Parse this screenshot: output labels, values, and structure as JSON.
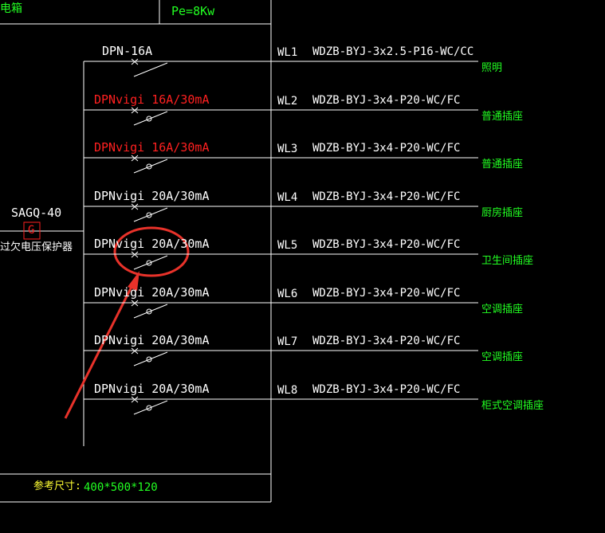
{
  "header": {
    "box_title": "电箱",
    "power": "Pe=8Kw"
  },
  "main_breaker": {
    "model": "SAGQ-40",
    "symbol": "G",
    "label": "过欠电压保护器"
  },
  "circuits": [
    {
      "breaker": "DPN-16A",
      "breaker_color": "white",
      "code": "WL1",
      "cable": "WDZB-BYJ-3x2.5-P16-WC/CC",
      "load": "照明"
    },
    {
      "breaker": "DPNvigi 16A/30mA",
      "breaker_color": "red",
      "code": "WL2",
      "cable": "WDZB-BYJ-3x4-P20-WC/FC",
      "load": "普通插座"
    },
    {
      "breaker": "DPNvigi 16A/30mA",
      "breaker_color": "red",
      "code": "WL3",
      "cable": "WDZB-BYJ-3x4-P20-WC/FC",
      "load": "普通插座"
    },
    {
      "breaker": "DPNvigi 20A/30mA",
      "breaker_color": "white",
      "code": "WL4",
      "cable": "WDZB-BYJ-3x4-P20-WC/FC",
      "load": "厨房插座"
    },
    {
      "breaker": "DPNvigi 20A/30mA",
      "breaker_color": "white",
      "code": "WL5",
      "cable": "WDZB-BYJ-3x4-P20-WC/FC",
      "load": "卫生间插座"
    },
    {
      "breaker": "DPNvigi 20A/30mA",
      "breaker_color": "white",
      "code": "WL6",
      "cable": "WDZB-BYJ-3x4-P20-WC/FC",
      "load": "空调插座"
    },
    {
      "breaker": "DPNvigi 20A/30mA",
      "breaker_color": "white",
      "code": "WL7",
      "cable": "WDZB-BYJ-3x4-P20-WC/FC",
      "load": "空调插座"
    },
    {
      "breaker": "DPNvigi 20A/30mA",
      "breaker_color": "white",
      "code": "WL8",
      "cable": "WDZB-BYJ-3x4-P20-WC/FC",
      "load": "柜式空调插座"
    }
  ],
  "footer": {
    "size_label": "参考尺寸:",
    "size_value": "400*500*120"
  },
  "colors": {
    "line": "#ffffff",
    "green": "#22ff22",
    "red": "#ff2020",
    "yellow": "#ffff33",
    "annotation": "#e8322a"
  }
}
